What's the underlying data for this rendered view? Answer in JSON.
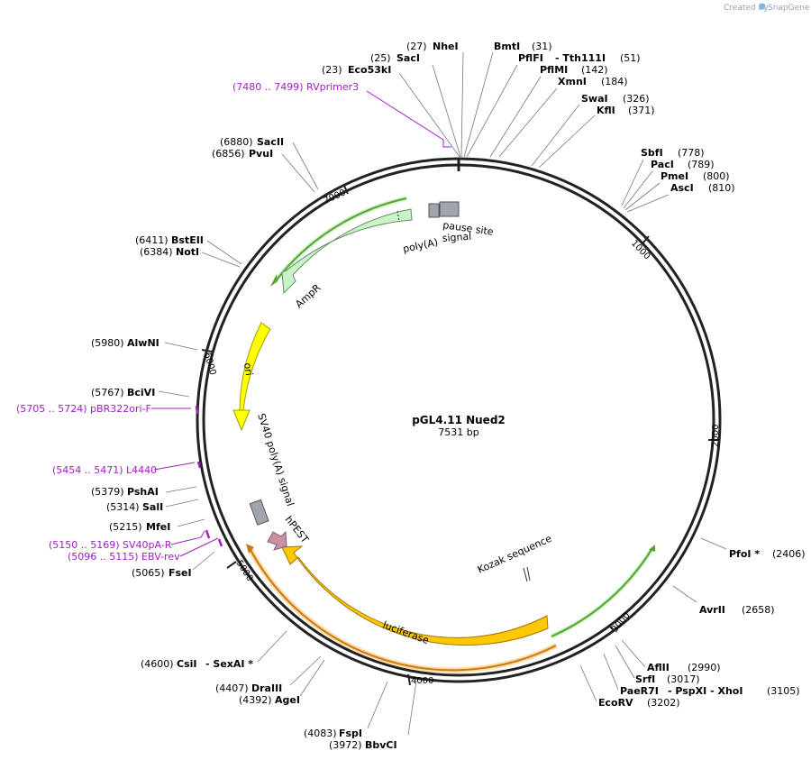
{
  "credit": {
    "created_by": "Created by",
    "brand": "SnapGene"
  },
  "plasmid": {
    "name": "pGL4.11 Nued2",
    "length": "7531 bp"
  },
  "ticks": [
    "1000",
    "2000",
    "3000",
    "4000",
    "5000",
    "6000",
    "7000"
  ],
  "features": {
    "pause_site": "pause site",
    "signal": "signal",
    "polyA": "poly(A)",
    "ampr": "AmpR",
    "ori": "ori",
    "sv40": "SV40 poly(A) signal",
    "hpest": "hPEST",
    "kozak": "Kozak sequence",
    "luciferase": "luciferase"
  },
  "sites": [
    {
      "id": "nhei",
      "pos": "(27)",
      "name": "NheI",
      "extra": "",
      "extra_pos": ""
    },
    {
      "id": "saci",
      "pos": "(25)",
      "name": "SacI",
      "extra": "",
      "extra_pos": ""
    },
    {
      "id": "eco53ki",
      "pos": "(23)",
      "name": "Eco53kI",
      "extra": "",
      "extra_pos": ""
    },
    {
      "id": "bmti",
      "pos": "(31)",
      "name": "BmtI",
      "extra": "",
      "extra_pos": ""
    },
    {
      "id": "pflfi",
      "pos": "(51)",
      "name": "PflFI",
      "extra": "- Tth111I",
      "extra_pos": ""
    },
    {
      "id": "pflmi",
      "pos": "(142)",
      "name": "PflMI",
      "extra": "",
      "extra_pos": ""
    },
    {
      "id": "xmni",
      "pos": "(184)",
      "name": "XmnI",
      "extra": "",
      "extra_pos": ""
    },
    {
      "id": "swai",
      "pos": "(326)",
      "name": "SwaI",
      "extra": "",
      "extra_pos": ""
    },
    {
      "id": "kfli",
      "pos": "(371)",
      "name": "KflI",
      "extra": "",
      "extra_pos": ""
    },
    {
      "id": "sbfi",
      "pos": "(778)",
      "name": "SbfI",
      "extra": "",
      "extra_pos": ""
    },
    {
      "id": "paci",
      "pos": "(789)",
      "name": "PacI",
      "extra": "",
      "extra_pos": ""
    },
    {
      "id": "pmei",
      "pos": "(800)",
      "name": "PmeI",
      "extra": "",
      "extra_pos": ""
    },
    {
      "id": "asci",
      "pos": "(810)",
      "name": "AscI",
      "extra": "",
      "extra_pos": ""
    },
    {
      "id": "pfoi",
      "pos": "(2406)",
      "name": "PfoI *",
      "extra": "",
      "extra_pos": ""
    },
    {
      "id": "avrii",
      "pos": "(2658)",
      "name": "AvrII",
      "extra": "",
      "extra_pos": ""
    },
    {
      "id": "aflii",
      "pos": "(2990)",
      "name": "AflII",
      "extra": "",
      "extra_pos": ""
    },
    {
      "id": "srfi",
      "pos": "(3017)",
      "name": "SrfI",
      "extra": "",
      "extra_pos": ""
    },
    {
      "id": "paer7i",
      "pos": "(3105)",
      "name": "PaeR7I",
      "extra": "- PspXI   - XhoI",
      "extra_pos": ""
    },
    {
      "id": "ecorv",
      "pos": "(3202)",
      "name": "EcoRV",
      "extra": "",
      "extra_pos": ""
    },
    {
      "id": "bbvci",
      "pos": "(3972)",
      "name": "BbvCI",
      "extra": "",
      "extra_pos": ""
    },
    {
      "id": "fspi",
      "pos": "(4083)",
      "name": "FspI",
      "extra": "",
      "extra_pos": ""
    },
    {
      "id": "agei",
      "pos": "(4392)",
      "name": "AgeI",
      "extra": "",
      "extra_pos": ""
    },
    {
      "id": "draiii",
      "pos": "(4407)",
      "name": "DraIII",
      "extra": "",
      "extra_pos": ""
    },
    {
      "id": "csii",
      "pos": "(4600)",
      "name": "CsiI",
      "extra": "- SexAI *",
      "extra_pos": ""
    },
    {
      "id": "fsei",
      "pos": "(5065)",
      "name": "FseI",
      "extra": "",
      "extra_pos": ""
    },
    {
      "id": "mfei",
      "pos": "(5215)",
      "name": "MfeI",
      "extra": "",
      "extra_pos": ""
    },
    {
      "id": "sali",
      "pos": "(5314)",
      "name": "SalI",
      "extra": "",
      "extra_pos": ""
    },
    {
      "id": "pshai",
      "pos": "(5379)",
      "name": "PshAI",
      "extra": "",
      "extra_pos": ""
    },
    {
      "id": "bcivi",
      "pos": "(5767)",
      "name": "BciVI",
      "extra": "",
      "extra_pos": ""
    },
    {
      "id": "alwni",
      "pos": "(5980)",
      "name": "AlwNI",
      "extra": "",
      "extra_pos": ""
    },
    {
      "id": "noti",
      "pos": "(6384)",
      "name": "NotI",
      "extra": "",
      "extra_pos": ""
    },
    {
      "id": "bsteii",
      "pos": "(6411)",
      "name": "BstEII",
      "extra": "",
      "extra_pos": ""
    },
    {
      "id": "pvui",
      "pos": "(6856)",
      "name": "PvuI",
      "extra": "",
      "extra_pos": ""
    },
    {
      "id": "sacii",
      "pos": "(6880)",
      "name": "SacII",
      "extra": "",
      "extra_pos": ""
    }
  ],
  "primers": [
    {
      "id": "rvprimer3",
      "text": "(7480 .. 7499)  RVprimer3"
    },
    {
      "id": "pbr322ori",
      "text": "(5705 .. 5724)  pBR322ori-F"
    },
    {
      "id": "l4440",
      "text": "(5454 .. 5471)  L4440"
    },
    {
      "id": "sv40pa",
      "text": "(5150 .. 5169)  SV40pA-R"
    },
    {
      "id": "ebvrev",
      "text": "(5096 .. 5115)  EBV-rev"
    }
  ],
  "colors": {
    "backbone": "#222222",
    "ampr_fill": "#c8f5c8",
    "ori_fill": "#ffff00",
    "luciferase_fill": "#ffc800",
    "hpest_fill": "#c890a0",
    "misc_gray": "#a0a4ab",
    "primer": "#a020c0",
    "orf_green": "#5aa032",
    "orf_orange": "#c87818"
  }
}
